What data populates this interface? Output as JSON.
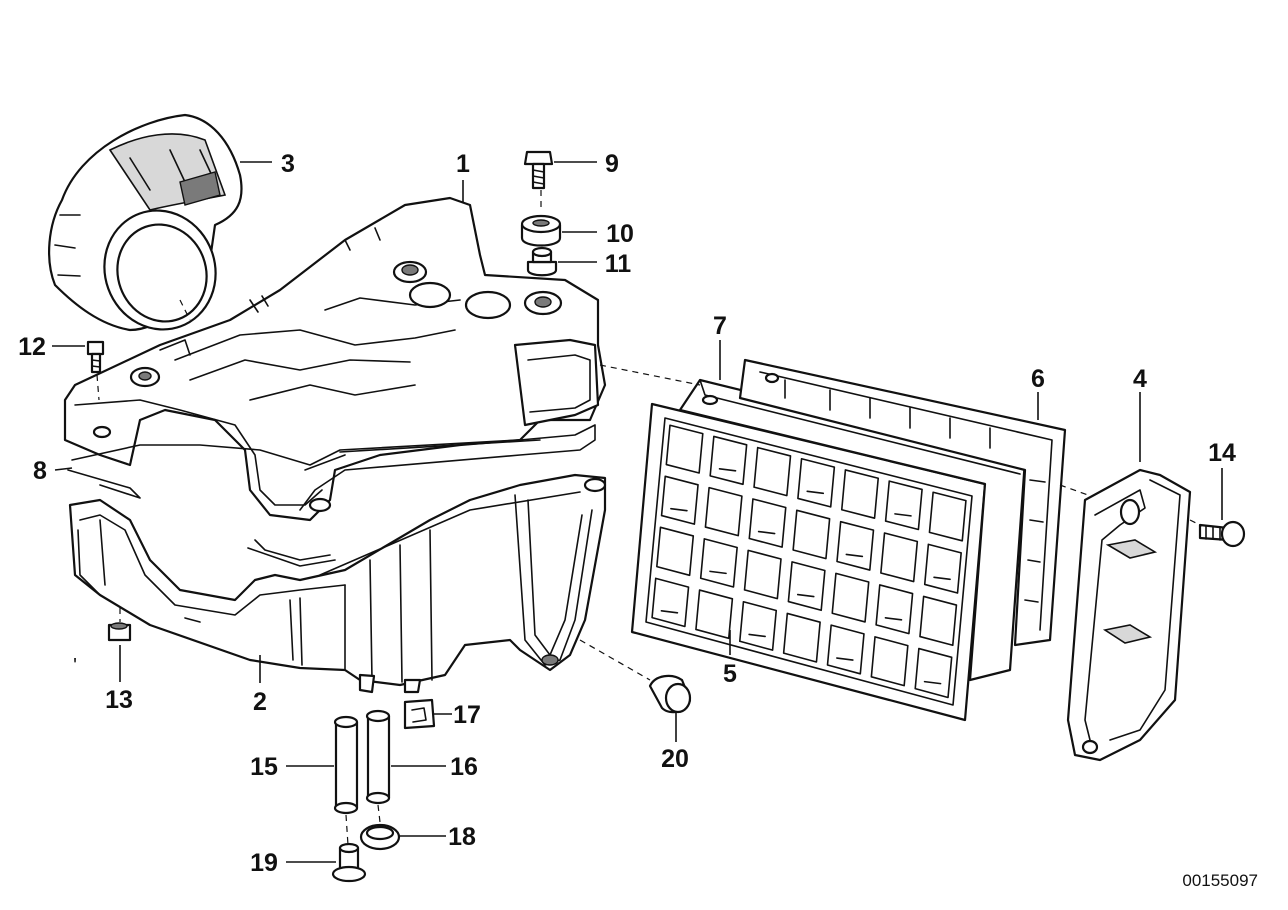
{
  "diagram": {
    "reference_number": "00155097",
    "stray_mark": "'",
    "callouts": [
      {
        "id": "1",
        "label": "1"
      },
      {
        "id": "2",
        "label": "2"
      },
      {
        "id": "3",
        "label": "3"
      },
      {
        "id": "4",
        "label": "4"
      },
      {
        "id": "5",
        "label": "5"
      },
      {
        "id": "6",
        "label": "6"
      },
      {
        "id": "7",
        "label": "7"
      },
      {
        "id": "8",
        "label": "8"
      },
      {
        "id": "9",
        "label": "9"
      },
      {
        "id": "10",
        "label": "10"
      },
      {
        "id": "11",
        "label": "11"
      },
      {
        "id": "12",
        "label": "12"
      },
      {
        "id": "13",
        "label": "13"
      },
      {
        "id": "14",
        "label": "14"
      },
      {
        "id": "15",
        "label": "15"
      },
      {
        "id": "16",
        "label": "16"
      },
      {
        "id": "17",
        "label": "17"
      },
      {
        "id": "18",
        "label": "18"
      },
      {
        "id": "19",
        "label": "19"
      },
      {
        "id": "20",
        "label": "20"
      }
    ]
  }
}
